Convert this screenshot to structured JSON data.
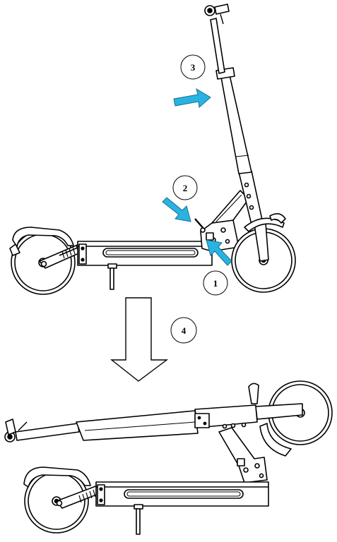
{
  "steps": [
    {
      "number": "1"
    },
    {
      "number": "2"
    },
    {
      "number": "3"
    },
    {
      "number": "4"
    }
  ],
  "colors": {
    "arrow_fill": "#29b3e2",
    "arrow_stroke": "#1a6f8c",
    "line": "#000000",
    "background": "#ffffff"
  },
  "icons": [
    "step-arrow-icon",
    "fold-down-arrow-icon",
    "scooter-upright-illustration",
    "scooter-folded-illustration"
  ]
}
